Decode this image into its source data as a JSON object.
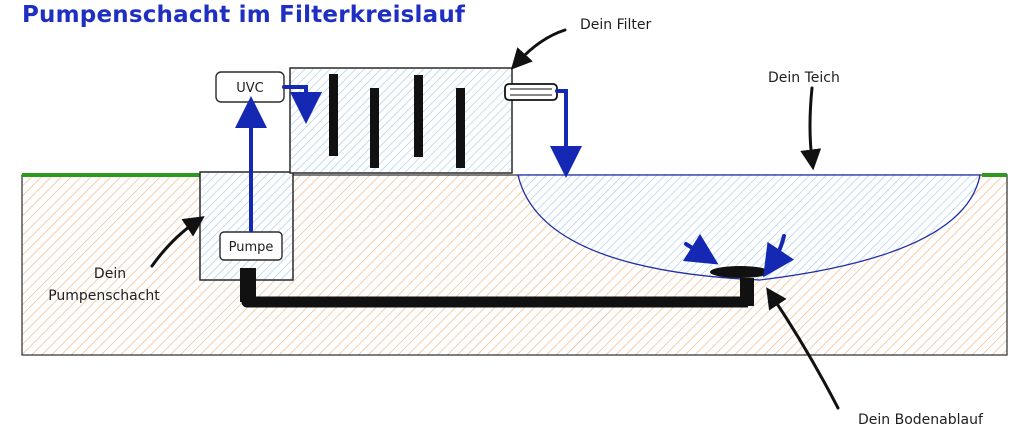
{
  "title": "Pumpenschacht im Filterkreislauf",
  "labels": {
    "uvc": "UVC",
    "pumpe": "Pumpe",
    "filter": "Dein Filter",
    "teich": "Dein Teich",
    "pumpenschacht_line1": "Dein",
    "pumpenschacht_line2": "Pumpenschacht",
    "bodenablauf": "Dein Bodenablauf"
  },
  "colors": {
    "title": "#1f2fc2",
    "flow_arrow": "#1428b4",
    "ground_fill": "#f6c79c",
    "grass": "#2d9a1f",
    "water": "#a9d2f0",
    "pipe": "#111111"
  }
}
